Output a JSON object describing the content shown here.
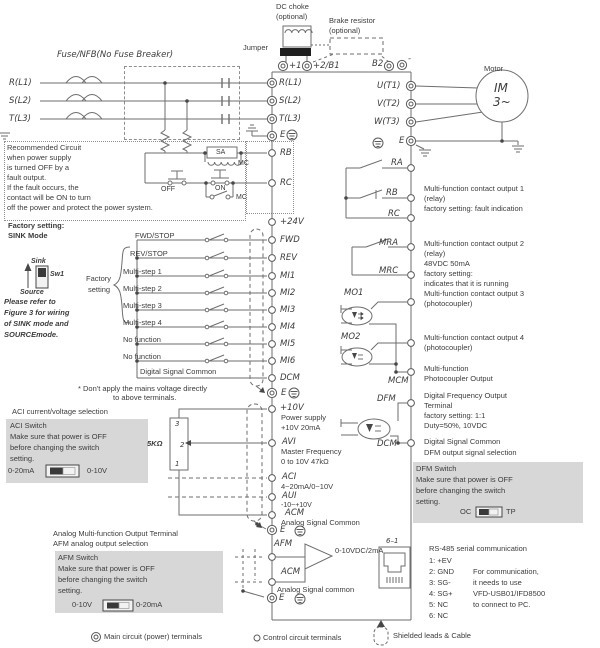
{
  "colors": {
    "wire": "#6e6e6e",
    "dark": "#474747",
    "text": "#3c3c3c",
    "note_bg": "#d7d7d7"
  },
  "power": {
    "dc_choke": "DC choke\n(optional)",
    "brake": "Brake resistor\n(optional)",
    "jumper": "Jumper",
    "plus1": "+1",
    "plus2": "+2/B1",
    "b2": "B2",
    "minus": "-",
    "fuse": "Fuse/NFB(No Fuse Breaker)",
    "r_src": "R(L1)",
    "s_src": "S(L2)",
    "t_src": "T(L3)",
    "r": "R(L1)",
    "s": "S(L2)",
    "t": "T(L3)",
    "e": "E"
  },
  "motor": {
    "label": "Motor",
    "im": "IM",
    "phase": "3~",
    "u": "U(T1)",
    "v": "V(T2)",
    "w": "W(T3)",
    "e": "E"
  },
  "recommended": {
    "text": "Recommended Circuit\nwhen power supply\nis turned OFF by a\nfault output.\nIf the fault occurs, the\ncontact will be ON to turn\noff the power and protect the power system.",
    "sa": "SA",
    "mc_coil": "MC",
    "off": "OFF",
    "on": "ON",
    "mc_contact": "MC",
    "rb": "RB",
    "rc": "RC"
  },
  "sink": {
    "title": "Factory setting:",
    "mode": "SINK Mode",
    "sink": "Sink",
    "sw1": "Sw1",
    "source": "Source",
    "refer": "Please refer to\nFigure 3 for wiring\nof SINK mode and\nSOURCEmode.",
    "fact1": "Factory",
    "fact2": "setting"
  },
  "digital": {
    "rows": [
      "FWD/STOP",
      "REV/STOP",
      "Multi-step 1",
      "Multi-step 2",
      "Multi-step 3",
      "Multi-step 4",
      "No function",
      "No function",
      "Digital Signal Common"
    ],
    "terminals": [
      "+24V",
      "FWD",
      "REV",
      "MI1",
      "MI2",
      "MI3",
      "MI4",
      "MI5",
      "MI6",
      "DCM"
    ],
    "e": "E",
    "note1": "* Don't apply the mains voltage directly",
    "note2": "to above terminals."
  },
  "aci": {
    "title": "ACI current/voltage selection",
    "box": "ACI Switch\nMake sure that power is OFF\nbefore changing the switch\nsetting.",
    "left": "0-20mA",
    "right": "0-10V",
    "pot": "5KΩ",
    "p3": "3",
    "p2": "2",
    "p1": "1"
  },
  "analog": {
    "t10v": "+10V",
    "ps": "Power supply\n+10V 20mA",
    "avi": "AVI",
    "mf": "Master Frequency\n0 to 10V 47kΩ",
    "aci": "ACI",
    "aci_r": "4~20mA/0~10V",
    "aui": "AUI",
    "aui_r": "-10~+10V",
    "acm": "ACM",
    "acm_r": "Analog Signal Common",
    "e": "E"
  },
  "afm": {
    "title": "Analog Multi-function Output Terminal\nAFM analog output selection",
    "box": "AFM Switch\nMake sure that power is OFF\nbefore changing the switch\nsetting.",
    "left": "0-10V",
    "right": "0-20mA",
    "afm": "AFM",
    "range": "0-10VDC/2mA",
    "acm": "ACM",
    "acm_r": "Analog Signal common",
    "e": "E"
  },
  "outputs": {
    "ra": "RA",
    "rb": "RB",
    "rc": "RC",
    "mra": "MRA",
    "mrc": "MRC",
    "mo1": "MO1",
    "mo2": "MO2",
    "mcm": "MCM",
    "dfm": "DFM",
    "dcm": "DCM",
    "out1": "Multi-function contact output 1\n(relay)\nfactory setting: fault indication",
    "out2": "Multi-function contact output 2\n(relay)\n48VDC 50mA\nfactory setting:\nindicates that it is running",
    "out3": "Multi-function contact output 3\n(photocoupler)",
    "out4": "Multi-function contact output 4\n(photocoupler)",
    "out5": "Multi-function\nPhotocoupler Output",
    "dfm_note": "Digital Frequency Output\nTerminal\nfactory setting: 1:1\nDuty=50%, 10VDC",
    "dsc": "Digital Signal Common",
    "dfm_sel": "DFM output signal selection"
  },
  "dfm_switch": {
    "box": "DFM Switch\nMake sure that power is OFF\nbefore changing the switch\nsetting.",
    "left": "OC",
    "right": "TP"
  },
  "rs485": {
    "title": "RS-485 serial communication",
    "pins": "1: +EV\n2: GND\n3: SG-\n4: SG+\n5: NC\n6: NC",
    "note": "For communication,\nit needs to use\nVFD-USB01/IFD8500\nto connect to PC.",
    "pin_order": "6–1"
  },
  "legend": {
    "main": "Main circuit (power) terminals",
    "control": "Control circuit terminals",
    "shield": "Shielded leads & Cable"
  }
}
